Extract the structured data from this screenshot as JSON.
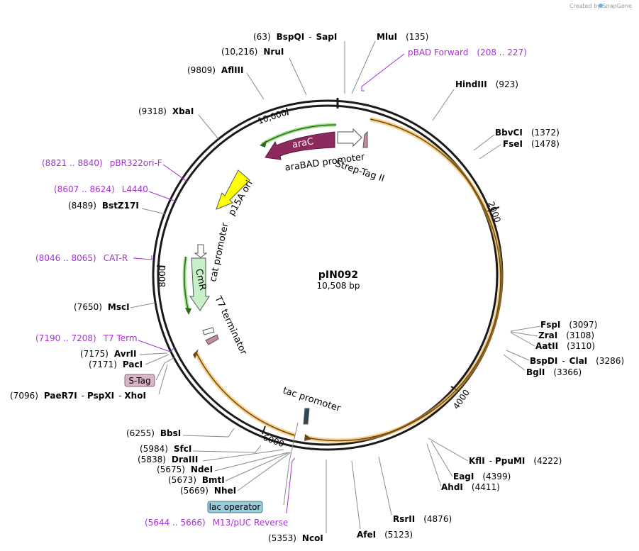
{
  "watermark": "Created by SnapGene",
  "plasmid": {
    "name": "pIN092",
    "length": "10,508 bp"
  },
  "ruler": [
    "2000",
    "4000",
    "6000",
    "8000",
    "10,000"
  ],
  "sites": [
    {
      "num": "(63)",
      "name": "BspQI",
      "name2": "SapI"
    },
    {
      "num": "(135)",
      "name": "MluI"
    },
    {
      "num": "(10,216)",
      "name": "NruI"
    },
    {
      "num": "(9809)",
      "name": "AflIII"
    },
    {
      "num": "(923)",
      "name": "HindIII"
    },
    {
      "num": "(9318)",
      "name": "XbaI"
    },
    {
      "num": "(1372)",
      "name": "BbvCI"
    },
    {
      "num": "(1478)",
      "name": "FseI"
    },
    {
      "num": "(8489)",
      "name": "BstZ17I"
    },
    {
      "num": "(3097)",
      "name": "FspI"
    },
    {
      "num": "(3108)",
      "name": "ZraI"
    },
    {
      "num": "(3110)",
      "name": "AatII"
    },
    {
      "num": "(3286)",
      "name": "BspDI",
      "name2": "ClaI"
    },
    {
      "num": "(3366)",
      "name": "BglI"
    },
    {
      "num": "(7650)",
      "name": "MscI"
    },
    {
      "num": "(7175)",
      "name": "AvrII"
    },
    {
      "num": "(7171)",
      "name": "PacI"
    },
    {
      "num": "(7096)",
      "name": "PaeR7I",
      "name2": "PspXI",
      "name3": "XhoI"
    },
    {
      "num": "(6255)",
      "name": "BbsI"
    },
    {
      "num": "(5984)",
      "name": "SfcI"
    },
    {
      "num": "(5838)",
      "name": "DraIII"
    },
    {
      "num": "(5675)",
      "name": "NdeI"
    },
    {
      "num": "(5673)",
      "name": "BmtI"
    },
    {
      "num": "(5669)",
      "name": "NheI"
    },
    {
      "num": "(5353)",
      "name": "NcoI"
    },
    {
      "num": "(5123)",
      "name": "AfeI"
    },
    {
      "num": "(4876)",
      "name": "RsrII"
    },
    {
      "num": "(4222)",
      "name": "KflI",
      "name2": "PpuMI"
    },
    {
      "num": "(4399)",
      "name": "EagI"
    },
    {
      "num": "(4411)",
      "name": "AhdI"
    }
  ],
  "primers": [
    {
      "name": "pBAD Forward",
      "range": "(208 .. 227)"
    },
    {
      "name": "pBR322ori-F",
      "range": "(8821 .. 8840)"
    },
    {
      "name": "L4440",
      "range": "(8607 .. 8624)"
    },
    {
      "name": "CAT-R",
      "range": "(8046 .. 8065)"
    },
    {
      "name": "T7 Term",
      "range": "(7190 .. 7208)"
    },
    {
      "name": "M13/pUC Reverse",
      "range": "(5644 .. 5666)"
    }
  ],
  "features": {
    "araC": "araC",
    "araBAD": "araBAD promoter",
    "strep": "Strep-Tag II",
    "p15a": "p15A ori",
    "cat_promoter": "cat promoter",
    "cmr": "CmR",
    "t7term": "T7 terminator",
    "tac": "tac promoter",
    "stag": "S-Tag",
    "lacop": "lac operator"
  },
  "colors": {
    "backbone": "#1a1a1a",
    "enzyme_line": "#8a8a8a",
    "primer": "#a530d4",
    "arac": "#8c2a5e",
    "orf": "#f0a830",
    "p15a": "#ffff00",
    "cmr": "#c8f0c8",
    "green_arrow": "#3a9a28",
    "stag_box": "#d9b3c6",
    "lacop_box": "#99ccdd"
  }
}
